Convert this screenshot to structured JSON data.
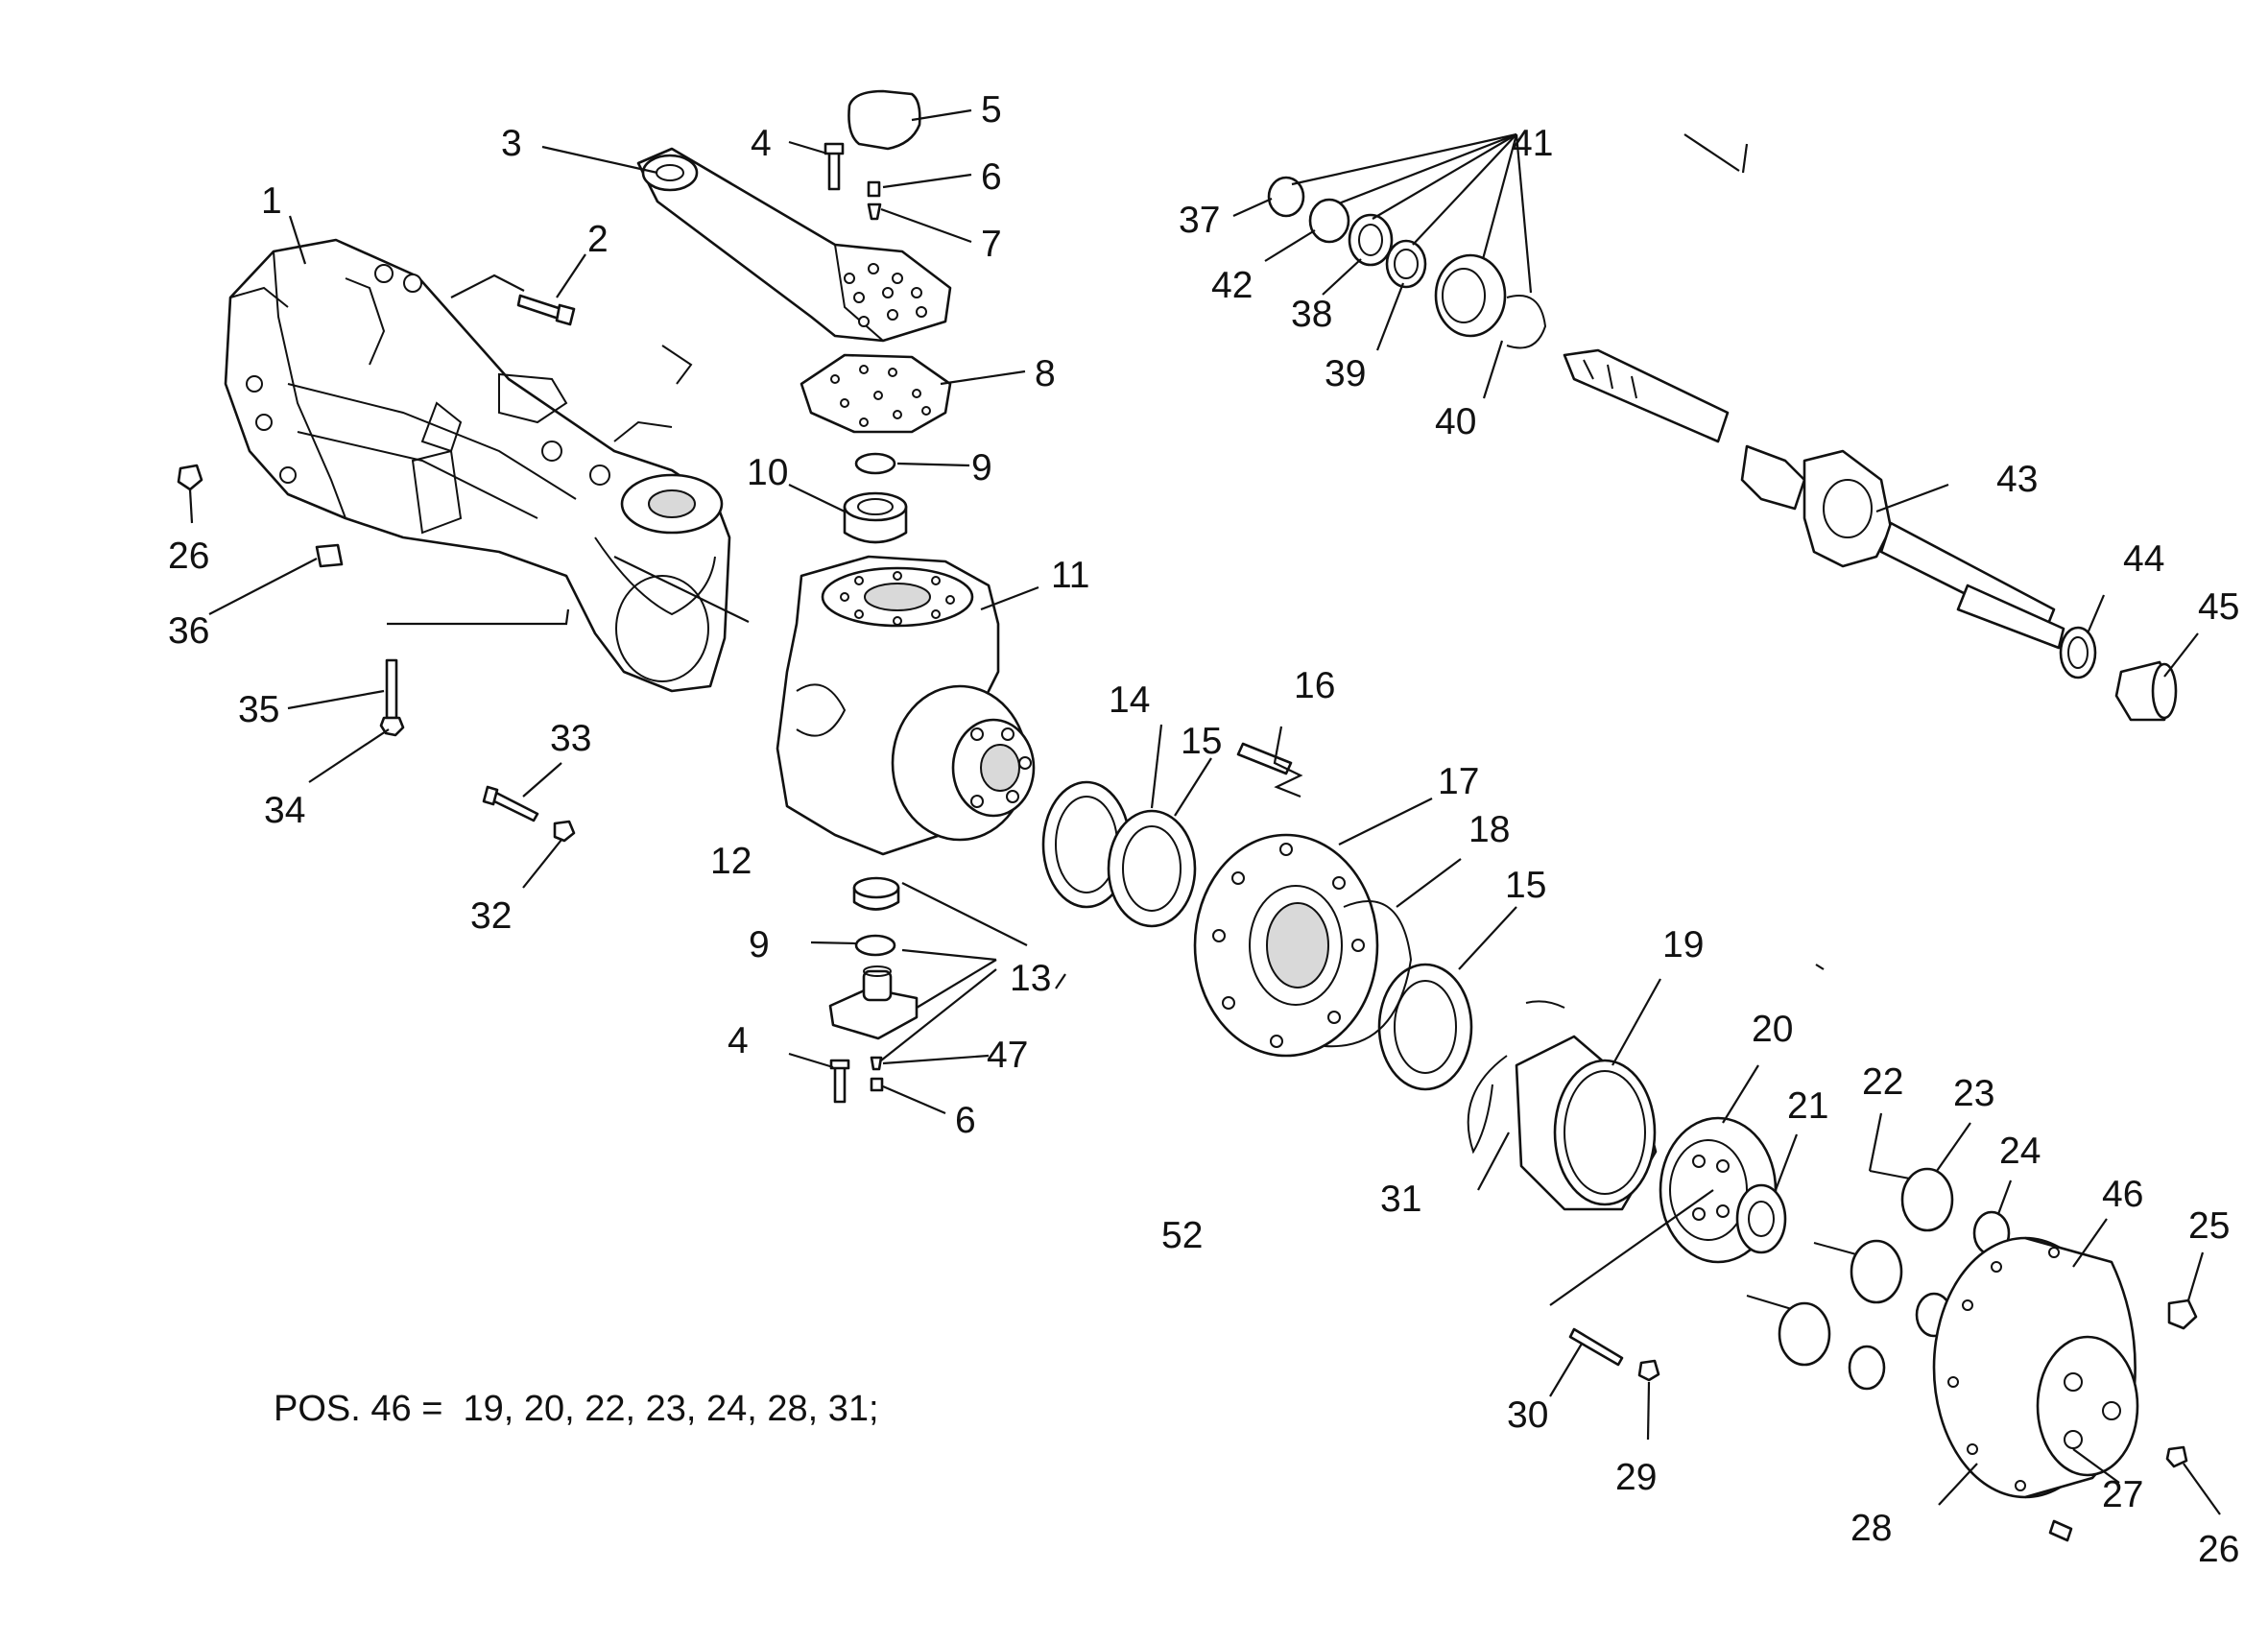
{
  "diagram": {
    "note": "POS. 46 =  19, 20, 22, 23, 24, 28, 31;",
    "callouts": [
      "1",
      "2",
      "3",
      "4",
      "5",
      "6",
      "7",
      "8",
      "9",
      "10",
      "11",
      "12",
      "13",
      "14",
      "15",
      "16",
      "17",
      "18",
      "19",
      "20",
      "21",
      "22",
      "23",
      "24",
      "25",
      "26",
      "27",
      "28",
      "29",
      "30",
      "31",
      "32",
      "33",
      "34",
      "35",
      "36",
      "37",
      "38",
      "39",
      "40",
      "41",
      "42",
      "43",
      "44",
      "45",
      "46",
      "47",
      "52"
    ]
  }
}
